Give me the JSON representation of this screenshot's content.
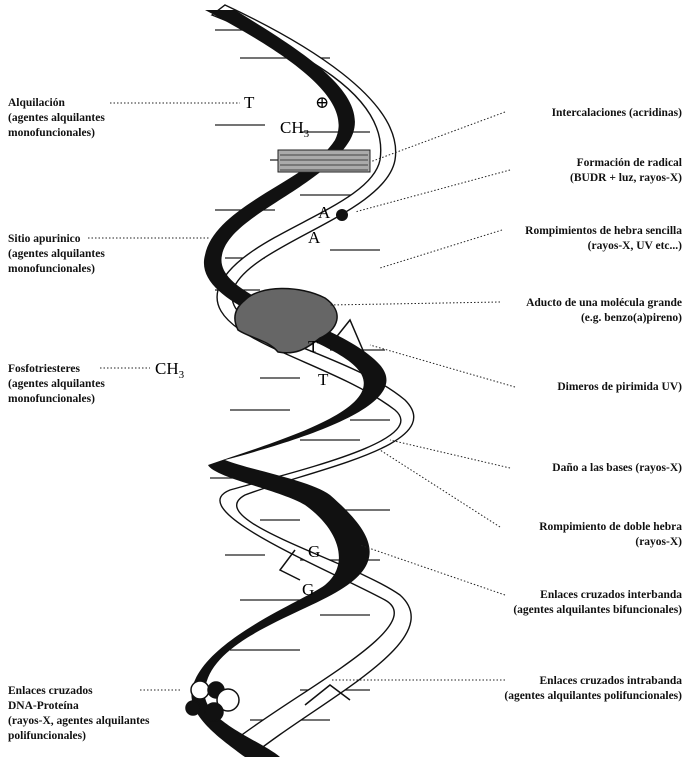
{
  "labels_left": [
    {
      "id": "alquilacion",
      "lines": [
        "Alquilación",
        "(agentes alquilantes",
        "monofuncionales)"
      ]
    },
    {
      "id": "sitio-apurinico",
      "lines": [
        "Sitio apurinico",
        "(agentes alquilantes",
        "monofuncionales)"
      ]
    },
    {
      "id": "fosfotriesteres",
      "lines": [
        "Fosfotriesteres",
        "(agentes alquilantes",
        "monofuncionales)"
      ]
    },
    {
      "id": "enlaces-dna-proteina",
      "lines": [
        "Enlaces cruzados",
        "DNA-Proteína",
        "(rayos-X, agentes alquilantes",
        "polifuncionales)"
      ]
    }
  ],
  "labels_right": [
    {
      "id": "intercalaciones",
      "lines": [
        "Intercalaciones (acridinas)"
      ]
    },
    {
      "id": "radical",
      "lines": [
        "Formación de radical",
        "(BUDR + luz, rayos-X)"
      ]
    },
    {
      "id": "rompimiento-sencilla",
      "lines": [
        "Rompimientos de hebra sencilla",
        "(rayos-X, UV etc...)"
      ]
    },
    {
      "id": "aducto",
      "lines": [
        "Aducto de una molécula grande",
        "(e.g. benzo(a)pireno)"
      ]
    },
    {
      "id": "dimeros",
      "lines": [
        "Dimeros de pirimida UV)"
      ]
    },
    {
      "id": "dano-bases",
      "lines": [
        "Daño a las bases (rayos-X)"
      ]
    },
    {
      "id": "rompimiento-doble",
      "lines": [
        "Rompimiento de doble hebra",
        "(rayos-X)"
      ]
    },
    {
      "id": "interbanda",
      "lines": [
        "Enlaces cruzados interbanda",
        "(agentes alquilantes bifuncionales)"
      ]
    },
    {
      "id": "intrabanda",
      "lines": [
        "Enlaces cruzados intrabanda",
        "(agentes alquilantes polifuncionales)"
      ]
    }
  ],
  "helix_text": {
    "t1": "T",
    "plus": "⊕",
    "ch3_top": "CH",
    "ch3_top_sub": "3",
    "a1": "A",
    "a2": "A",
    "t2": "T",
    "t3": "T",
    "ch3_left": "CH",
    "ch3_left_sub": "3",
    "g1": "G",
    "g2": "G"
  }
}
